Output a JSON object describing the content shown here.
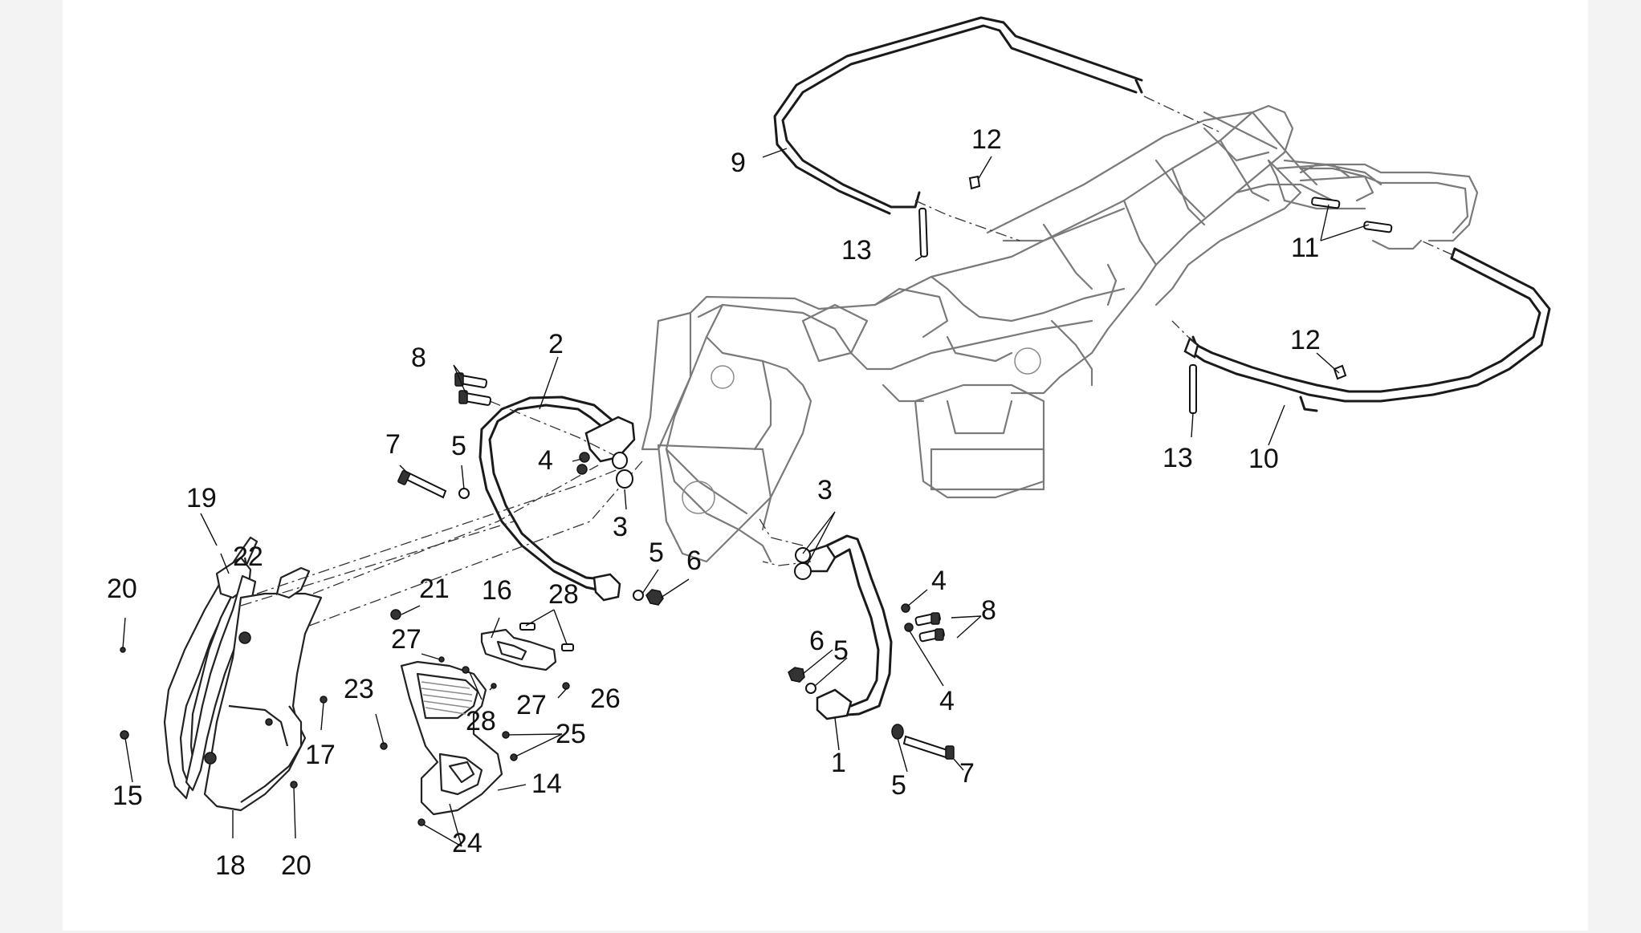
{
  "callouts": {
    "c1": "1",
    "c2": "2",
    "c3a": "3",
    "c3b": "3",
    "c4a": "4",
    "c4b": "4",
    "c4c": "4",
    "c5a": "5",
    "c5b": "5",
    "c5c": "5",
    "c5d": "5",
    "c6a": "6",
    "c6b": "6",
    "c7a": "7",
    "c7b": "7",
    "c8a": "8",
    "c8b": "8",
    "c9": "9",
    "c10": "10",
    "c11": "11",
    "c12a": "12",
    "c12b": "12",
    "c13a": "13",
    "c13b": "13",
    "c14": "14",
    "c15": "15",
    "c16": "16",
    "c17": "17",
    "c18": "18",
    "c19": "19",
    "c20a": "20",
    "c20b": "20",
    "c21": "21",
    "c22": "22",
    "c23": "23",
    "c24": "24",
    "c25": "25",
    "c26": "26",
    "c27a": "27",
    "c27b": "27",
    "c28a": "28",
    "c28b": "28"
  },
  "colors": {
    "background": "#f3f3f3",
    "sheet": "#ffffff",
    "ink": "#111111",
    "frame": "#7a7a7a"
  }
}
